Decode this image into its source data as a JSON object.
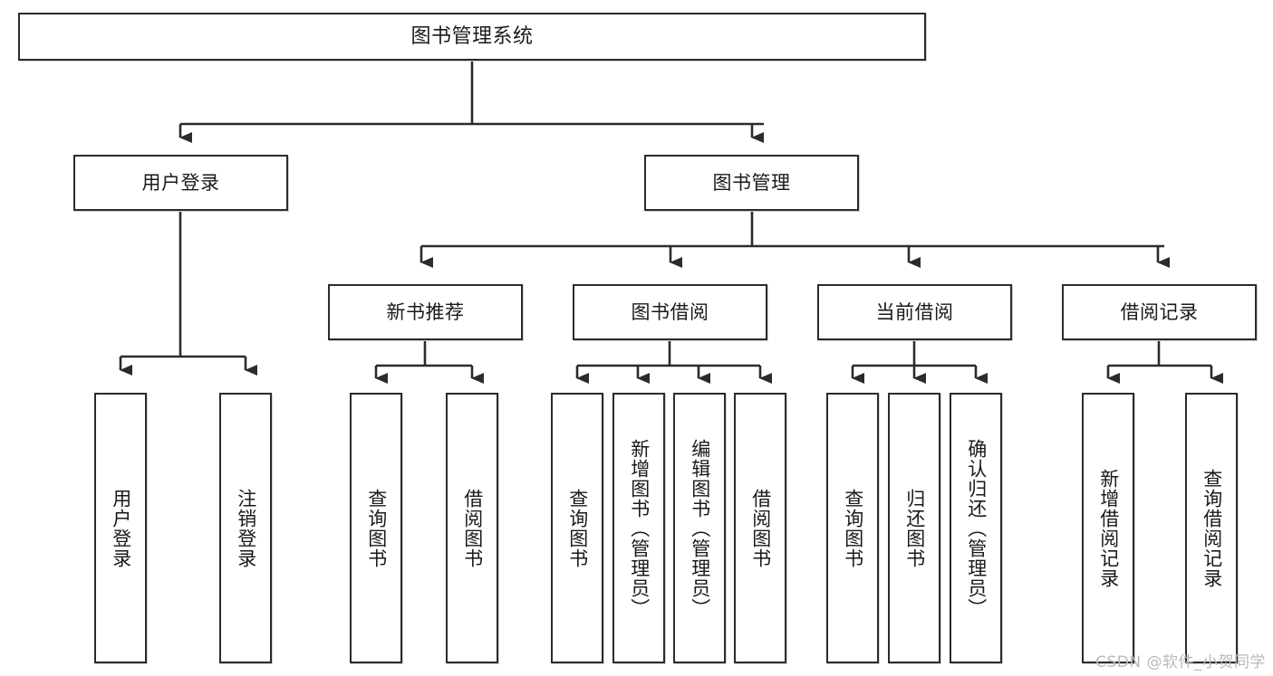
{
  "diagram": {
    "title": "图书管理系统",
    "type": "tree",
    "watermark": "CSDN @软件_小贺同学",
    "colors": {
      "box_border": "#2b2b2b",
      "box_fill": "#ffffff",
      "line": "#2b2b2b",
      "text": "#1a1a1a",
      "watermark": "#b9b9b9"
    },
    "nodes": {
      "root": {
        "label": "图书管理系统"
      },
      "level2": [
        {
          "id": "user-login",
          "label": "用户登录"
        },
        {
          "id": "book-manage",
          "label": "图书管理"
        }
      ],
      "level3": [
        {
          "id": "new-book-recommend",
          "label": "新书推荐"
        },
        {
          "id": "book-borrow",
          "label": "图书借阅"
        },
        {
          "id": "current-borrow",
          "label": "当前借阅"
        },
        {
          "id": "borrow-record",
          "label": "借阅记录"
        }
      ],
      "leaves": {
        "user-login": [
          {
            "id": "leaf-user-login",
            "label": "用户登录"
          },
          {
            "id": "leaf-logout",
            "label": "注销登录"
          }
        ],
        "new-book-recommend": [
          {
            "id": "leaf-query-book-1",
            "label": "查询图书"
          },
          {
            "id": "leaf-borrow-book-1",
            "label": "借阅图书"
          }
        ],
        "book-borrow": [
          {
            "id": "leaf-query-book-2",
            "label": "查询图书"
          },
          {
            "id": "leaf-add-book",
            "label": "新增图书（管理员）"
          },
          {
            "id": "leaf-edit-book",
            "label": "编辑图书（管理员）"
          },
          {
            "id": "leaf-borrow-book-2",
            "label": "借阅图书"
          }
        ],
        "current-borrow": [
          {
            "id": "leaf-query-book-3",
            "label": "查询图书"
          },
          {
            "id": "leaf-return-book",
            "label": "归还图书"
          },
          {
            "id": "leaf-confirm-return",
            "label": "确认归还（管理员）"
          }
        ],
        "borrow-record": [
          {
            "id": "leaf-add-record",
            "label": "新增借阅记录"
          },
          {
            "id": "leaf-query-record",
            "label": "查询借阅记录"
          }
        ]
      }
    }
  }
}
